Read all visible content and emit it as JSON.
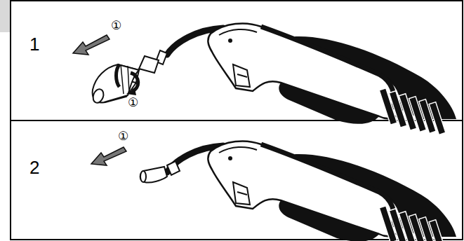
{
  "diagram": {
    "labels": [
      "1",
      "①",
      "①",
      "2",
      "①"
    ]
  }
}
